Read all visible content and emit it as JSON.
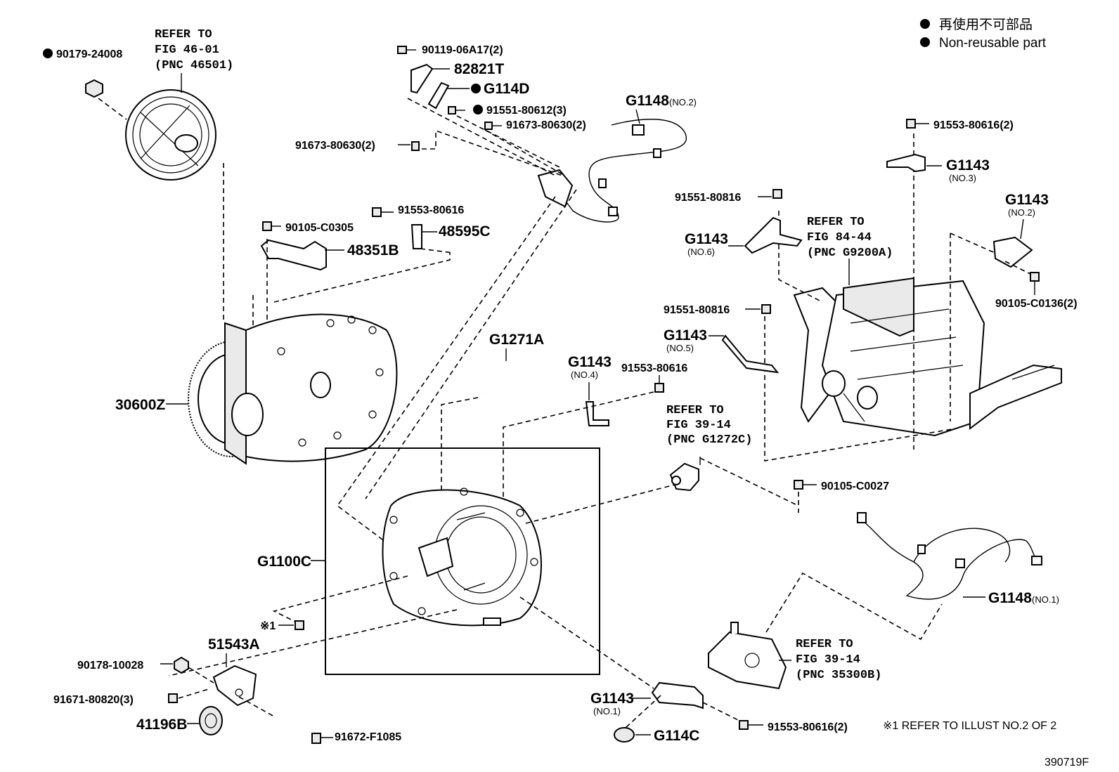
{
  "legend": {
    "line_jp": "再使用不可部品",
    "line_en": "Non-reusable part"
  },
  "footnote": "※1 REFER TO ILLUST NO.2 OF 2",
  "figure_id": "390719F",
  "callouts": {
    "p90179": "90179-24008",
    "ref_pulley_1": "REFER TO",
    "ref_pulley_2": "FIG 46-01",
    "ref_pulley_3": "(PNC 46501)",
    "p90119": "90119-06A17(2)",
    "p82821T": "82821T",
    "pG114D": "G114D",
    "p91551_80612": "91551-80612(3)",
    "pG1148": "G1148",
    "pG1148_no2": "(NO.2)",
    "p91673_a": "91673-80630(2)",
    "p91673_b": "91673-80630(2)",
    "p91553_a": "91553-80616",
    "p48595C": "48595C",
    "p90105_c0305": "90105-C0305",
    "p48351B": "48351B",
    "p30600Z": "30600Z",
    "pG1271A": "G1271A",
    "pG1143_no4": "G1143",
    "pG1143_no4_sub": "(NO.4)",
    "p91553_b": "91553-80616",
    "ref_g1272c_1": "REFER TO",
    "ref_g1272c_2": "FIG 39-14",
    "ref_g1272c_3": "(PNC G1272C)",
    "p91553_c": "91553-80616(2)",
    "pG1143_no3": "G1143",
    "pG1143_no3_sub": "(NO.3)",
    "p91551_80816_a": "91551-80816",
    "pG1143_no6": "G1143",
    "pG1143_no6_sub": "(NO.6)",
    "ref_g9200a_1": "REFER TO",
    "ref_g9200a_2": "FIG 84-44",
    "ref_g9200a_3": "(PNC G9200A)",
    "pG1143_no2": "G1143",
    "pG1143_no2_sub": "(NO.2)",
    "p90105_c0136": "90105-C0136(2)",
    "p91551_80816_b": "91551-80816",
    "pG1143_no5": "G1143",
    "pG1143_no5_sub": "(NO.5)",
    "pG1100C": "G1100C",
    "p90105_c0027": "90105-C0027",
    "pG1148_no1": "G1148",
    "pG1148_no1_sub": "(NO.1)",
    "ref_35300b_1": "REFER TO",
    "ref_35300b_2": "FIG 39-14",
    "ref_35300b_3": "(PNC 35300B)",
    "mark1": "※1",
    "p51543A": "51543A",
    "p90178": "90178-10028",
    "p91671": "91671-80820(3)",
    "p41196B": "41196B",
    "p91672": "91672-F1085",
    "pG1143_no1": "G1143",
    "pG1143_no1_sub": "(NO.1)",
    "pG114C": "G114C",
    "p91553_d": "91553-80616(2)"
  }
}
